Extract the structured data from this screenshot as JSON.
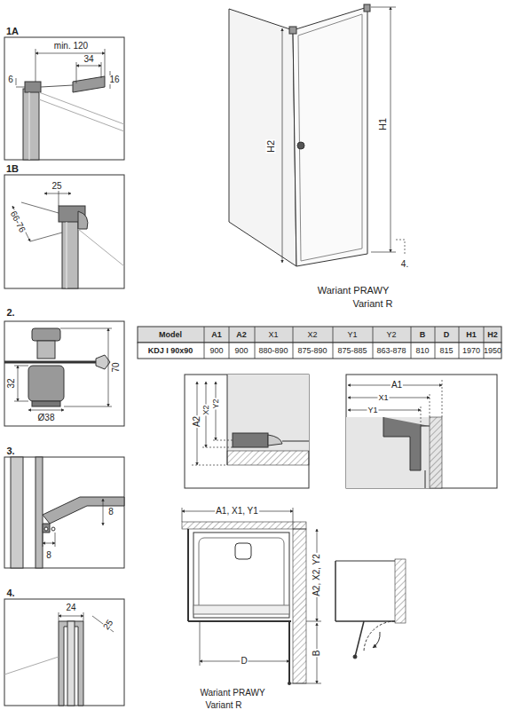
{
  "diagram": {
    "labels": [
      "1A",
      "min. 120",
      "34",
      "6",
      "16",
      "1B",
      "25",
      "66-76",
      "2.",
      "32",
      "Ø38",
      "70",
      "3.",
      "8",
      "8",
      "4.",
      "24",
      "25",
      "H2",
      "H1",
      "4.",
      "Wariant PRAWY",
      "Variant R",
      "Model",
      "A1",
      "A2",
      "X1",
      "X2",
      "Y1",
      "Y2",
      "B",
      "D",
      "H1",
      "H2",
      "KDJ I 90x90",
      "900",
      "900",
      "880-890",
      "875-890",
      "875-885",
      "863-878",
      "810",
      "815",
      "1970",
      "1950",
      "A2",
      "X2",
      "Y2",
      "A1",
      "X1",
      "Y1",
      "A1, X1, Y1",
      "A2, X2, Y2",
      "D",
      "B",
      "Wariant PRAWY",
      "Variant R"
    ]
  }
}
